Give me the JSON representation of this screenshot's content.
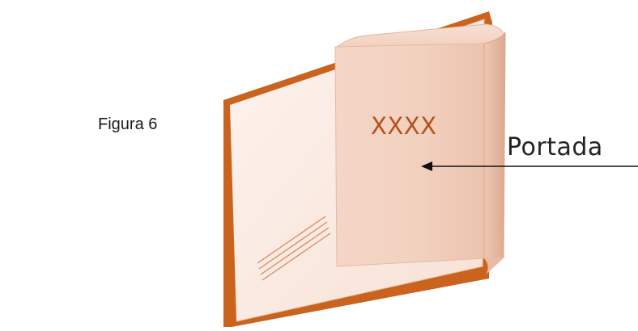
{
  "caption": {
    "text": "Figura 6"
  },
  "book": {
    "cover_title": "XXXX",
    "callout_label": "Portada"
  },
  "colors": {
    "binding_orange": "#c9631e",
    "cover_fill": "#f3d3c2",
    "inner_page": "#fbece4",
    "title_text": "#b4521c"
  }
}
